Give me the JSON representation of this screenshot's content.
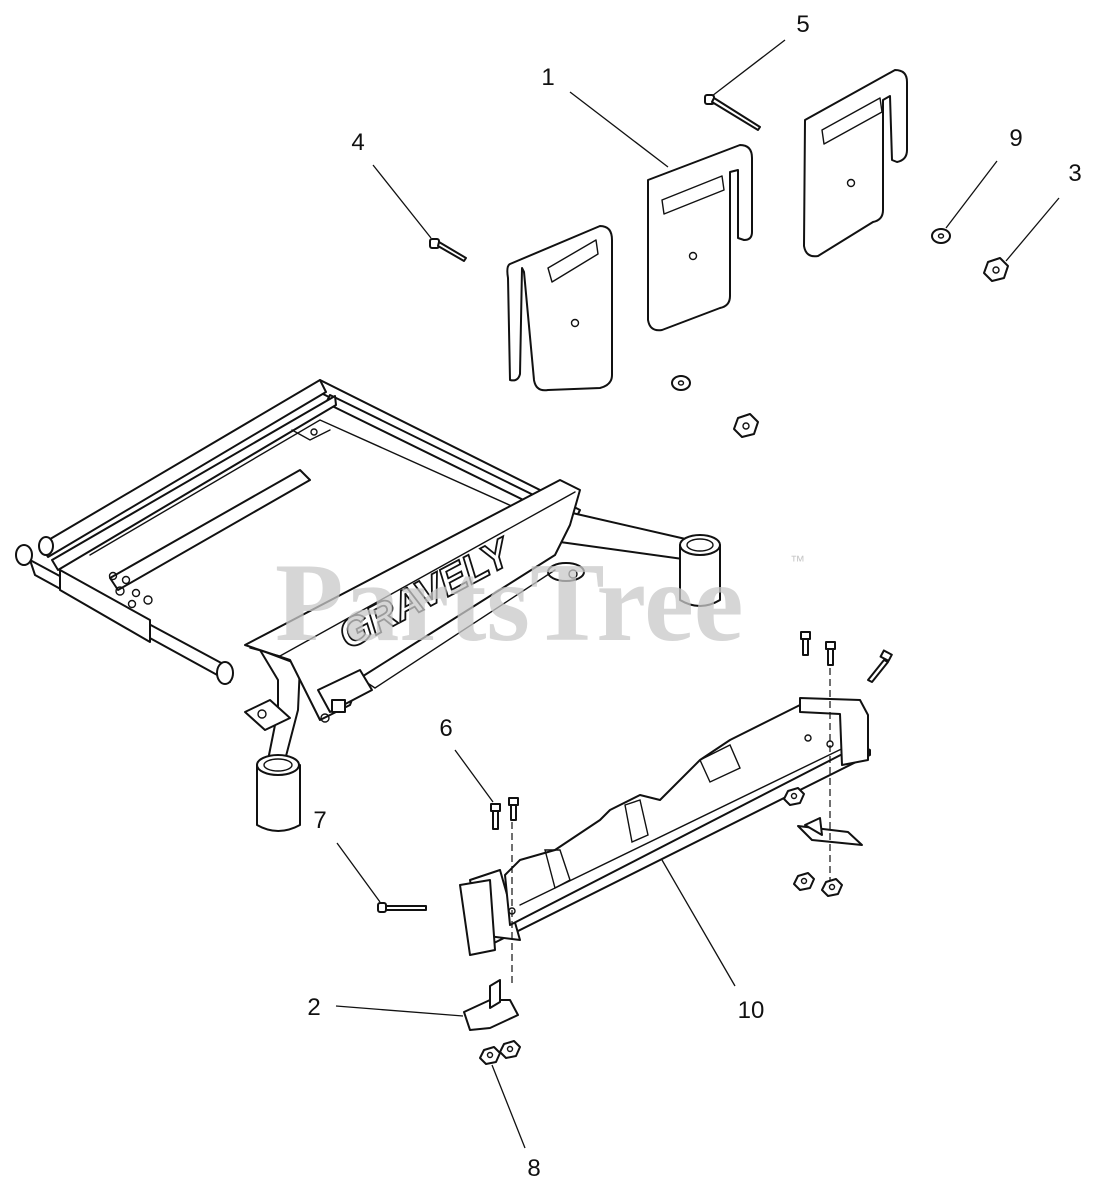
{
  "diagram": {
    "callouts": [
      {
        "id": "1",
        "label": "1"
      },
      {
        "id": "2",
        "label": "2"
      },
      {
        "id": "3",
        "label": "3"
      },
      {
        "id": "4",
        "label": "4"
      },
      {
        "id": "5",
        "label": "5"
      },
      {
        "id": "6",
        "label": "6"
      },
      {
        "id": "7",
        "label": "7"
      },
      {
        "id": "8",
        "label": "8"
      },
      {
        "id": "9",
        "label": "9"
      },
      {
        "id": "10",
        "label": "10"
      }
    ],
    "frame_brand_text": "GRAVELY",
    "watermark": {
      "text": "PartsTree",
      "trademark": "™"
    }
  }
}
